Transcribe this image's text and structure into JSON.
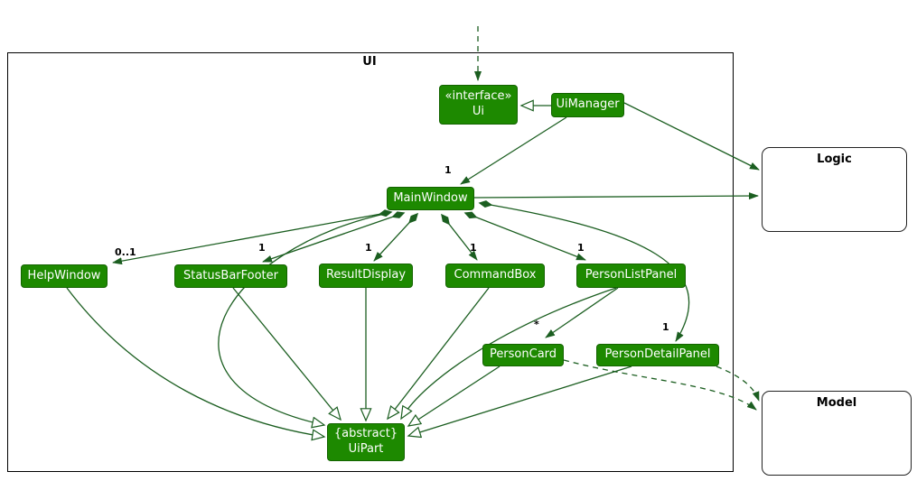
{
  "diagram": {
    "package": {
      "label": "UI"
    },
    "classes": {
      "interface_ui": {
        "stereotype": "«interface»",
        "name": "Ui"
      },
      "uimanager": {
        "name": "UiManager"
      },
      "mainwindow": {
        "name": "MainWindow"
      },
      "helpwindow": {
        "name": "HelpWindow"
      },
      "statusbarfooter": {
        "name": "StatusBarFooter"
      },
      "resultdisplay": {
        "name": "ResultDisplay"
      },
      "commandbox": {
        "name": "CommandBox"
      },
      "personlistpanel": {
        "name": "PersonListPanel"
      },
      "personcard": {
        "name": "PersonCard"
      },
      "persondetailpanel": {
        "name": "PersonDetailPanel"
      },
      "uipart": {
        "stereotype": "{abstract}",
        "name": "UiPart"
      }
    },
    "externals": {
      "logic": {
        "name": "Logic"
      },
      "model": {
        "name": "Model"
      }
    },
    "multiplicities": {
      "uimanager_mainwindow": "1",
      "mainwindow_helpwindow": "0..1",
      "mainwindow_statusbarfooter": "1",
      "mainwindow_resultdisplay": "1",
      "mainwindow_commandbox": "1",
      "mainwindow_personlistpanel": "1",
      "personlistpanel_personcard": "*",
      "mainwindow_persondetailpanel": "1"
    },
    "colors": {
      "class_fill": "#1D8900",
      "class_border": "#136300",
      "class_text": "#FFFFFF",
      "edge": "#1B5E20",
      "frame": "#000000",
      "label_text": "#000000",
      "background": "#FFFFFF"
    }
  }
}
